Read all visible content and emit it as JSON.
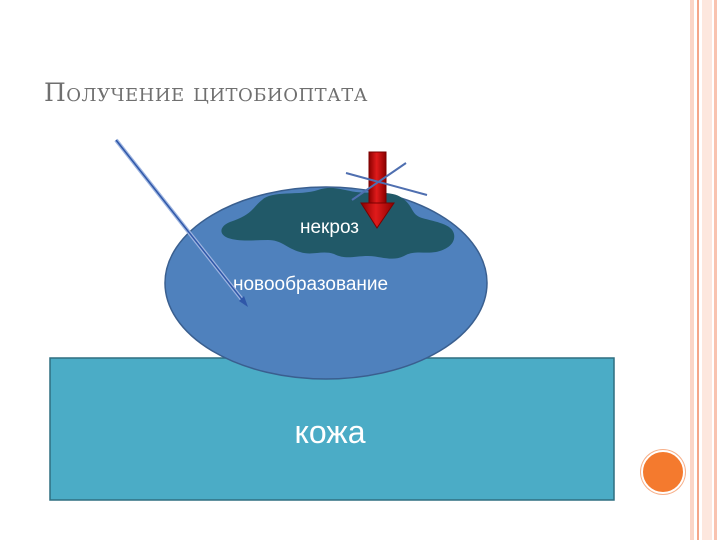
{
  "slide": {
    "title": "Получение цитобиоптата"
  },
  "diagram": {
    "skin_label": "кожа",
    "tumor_label": "новообразование",
    "necrosis_label": "некроз"
  },
  "colors": {
    "skin": "#4bacc6",
    "tumor": "#4f81bd",
    "necrosis": "#215968",
    "arrow_red": "#c00000",
    "title": "#6f6f6f",
    "accent_orange": "#f47a2e",
    "border_pink": "#f9c3b0"
  }
}
